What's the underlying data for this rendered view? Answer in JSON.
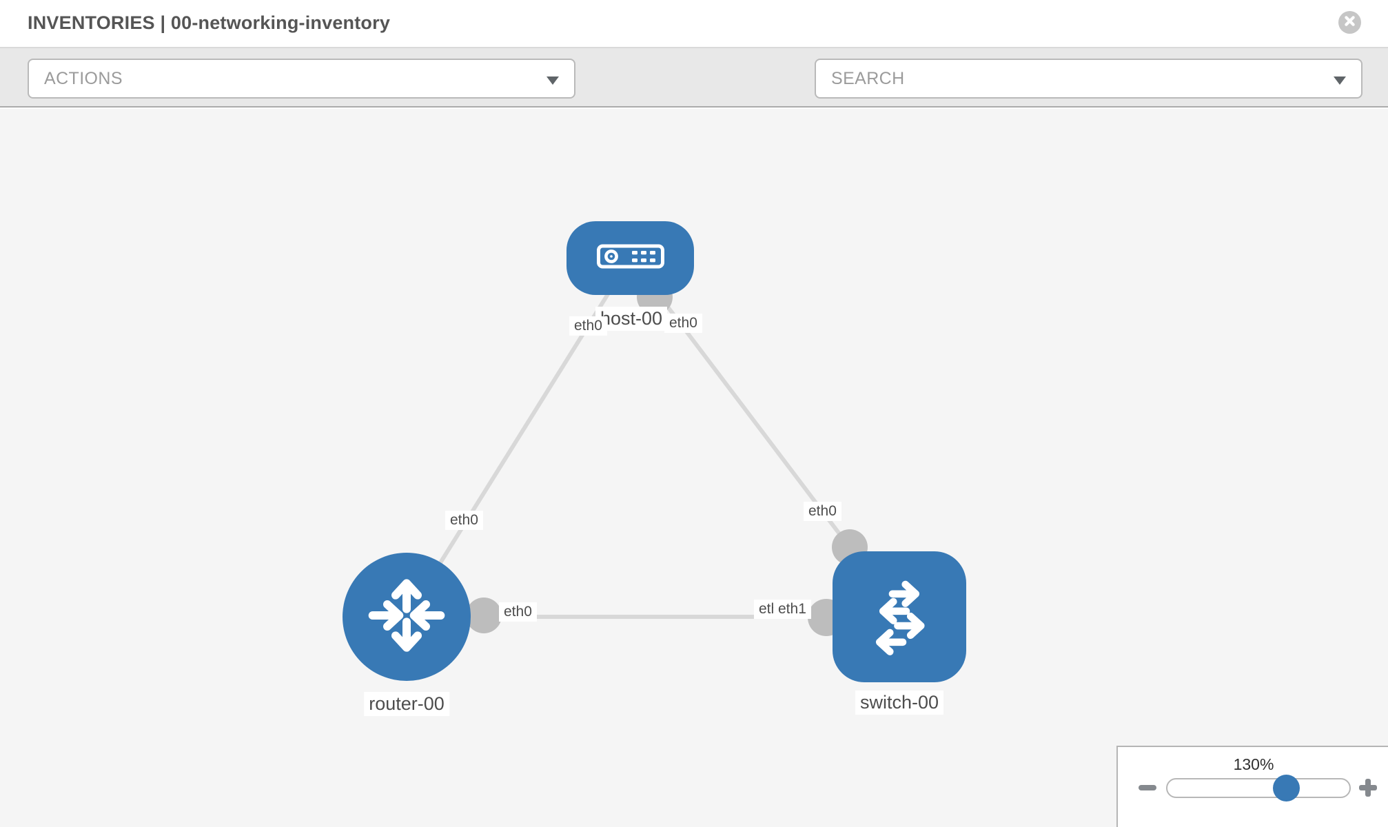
{
  "header": {
    "title": "INVENTORIES | 00-networking-inventory",
    "close_icon": "circle-x-icon"
  },
  "toolbar": {
    "actions_label": "ACTIONS",
    "search_placeholder": "SEARCH",
    "icons": [
      "wrench-icon",
      "key-icon"
    ]
  },
  "colors": {
    "node_blue": "#3879b5",
    "edge_gray": "#d8d8d8",
    "port_gray": "#bdbdbd",
    "canvas_bg": "#f5f5f5"
  },
  "graph": {
    "nodes": [
      {
        "label": "host-00",
        "type": "host",
        "icon": "host-icon"
      },
      {
        "label": "router-00",
        "type": "router",
        "icon": "router-icon"
      },
      {
        "label": "switch-00",
        "type": "switch",
        "icon": "switch-icon"
      }
    ],
    "links": [
      {
        "from": "host-00",
        "to": "router-00",
        "from_if": "eth0",
        "to_if": "eth0"
      },
      {
        "from": "host-00",
        "to": "switch-00",
        "from_if": "eth0",
        "to_if": "eth0"
      },
      {
        "from": "router-00",
        "to": "switch-00",
        "from_if": "eth0",
        "to_if": "eth1"
      }
    ],
    "ifaces": {
      "host_left": "eth0",
      "host_right": "eth0",
      "router_top": "eth0",
      "switch_top": "eth0",
      "router_right": "eth0",
      "switch_left_back": "eth0",
      "switch_left_front": "eth1"
    }
  },
  "zoom_control": {
    "level": "130%",
    "minus_icon": "minus-icon",
    "plus_icon": "plus-icon",
    "knob_position_pct": 64
  }
}
